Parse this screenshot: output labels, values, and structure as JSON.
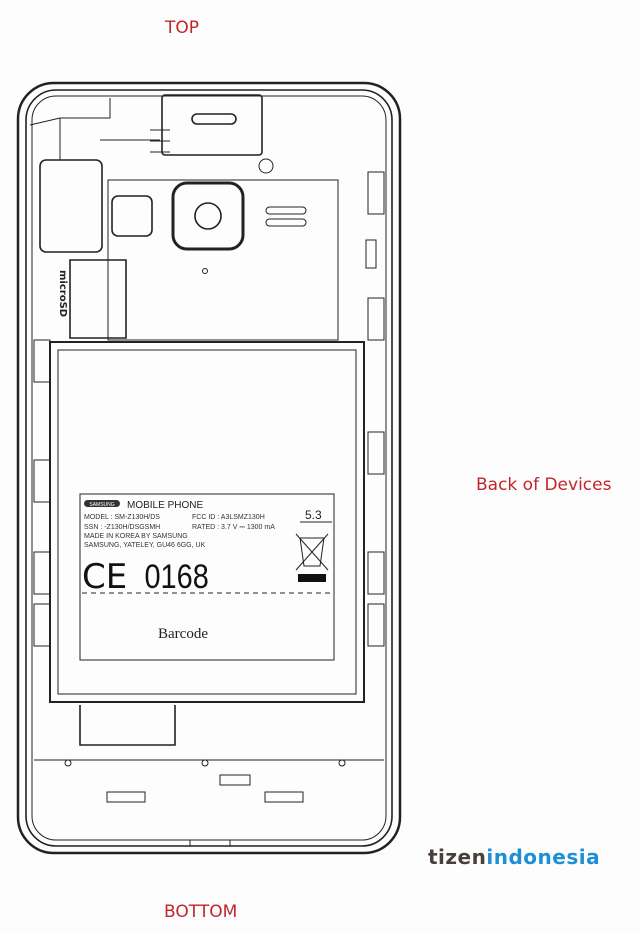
{
  "labels": {
    "top": "TOP",
    "side": "Back of Devices",
    "bottom": "BOTTOM"
  },
  "logo": {
    "part1": "tizen",
    "part2": "indonesia"
  },
  "colors": {
    "caption": "#c0262b",
    "logo_dark": "#4a3f3a",
    "logo_blue": "#1e8fd6"
  },
  "device": {
    "microsd": "microSD",
    "battery_label": {
      "brand": "SAMSUNG",
      "product": "MOBILE PHONE",
      "model": "MODEL : SM-Z130H/DS",
      "fcc": "FCC ID : A3LSMZ130H",
      "ssn": "SSN : -Z130H/DSGSMH",
      "rated": "RATED : 3.7 V ⎓ 1300 mA",
      "made": "MADE IN KOREA BY SAMSUNG",
      "address": "SAMSUNG, YATELEY, GU46 6GG, UK",
      "ce": "CE",
      "ce_number": "0168",
      "dimension": "5.3",
      "barcode": "Barcode"
    }
  }
}
